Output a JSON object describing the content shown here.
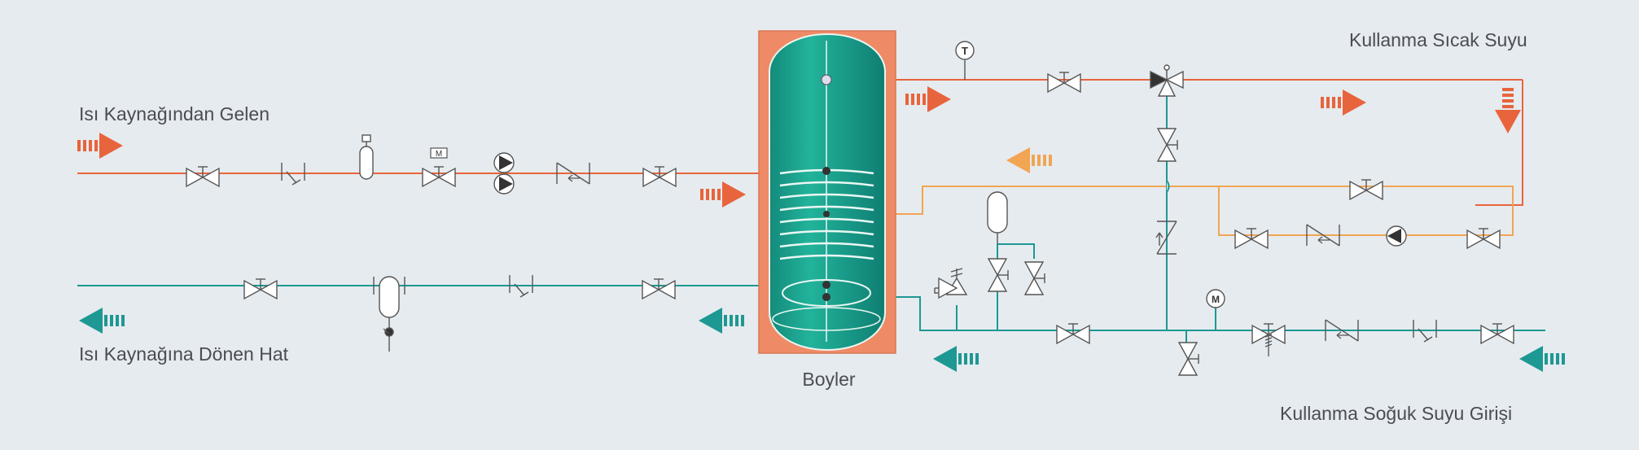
{
  "labels": {
    "hot_supply": "Isı Kaynağından Gelen",
    "return_line": "Isı Kaynağına Dönen Hat",
    "boiler": "Boyler",
    "hot_water": "Kullanma Sıcak Suyu",
    "cold_inlet": "Kullanma Soğuk Suyu Girişi",
    "thermometer": "T",
    "motor": "M",
    "meter": "M"
  },
  "colors": {
    "background": "#e6ebef",
    "hot_pipe": "#e8643c",
    "circulation_pipe": "#f2a552",
    "cold_pipe": "#1d9893",
    "tank_shell": "#ef8a66",
    "tank_inner": "#1aa58f",
    "symbol_stroke": "#555555"
  },
  "icons": {
    "valve": "gate-valve-icon",
    "check_valve": "check-valve-icon",
    "strainer": "strainer-icon",
    "pump": "pump-icon",
    "expansion_tank": "expansion-tank-icon",
    "three_way_valve": "three-way-valve-icon",
    "safety_valve": "safety-valve-icon",
    "thermometer": "thermometer-icon",
    "flow_arrow": "flow-arrow-icon"
  }
}
